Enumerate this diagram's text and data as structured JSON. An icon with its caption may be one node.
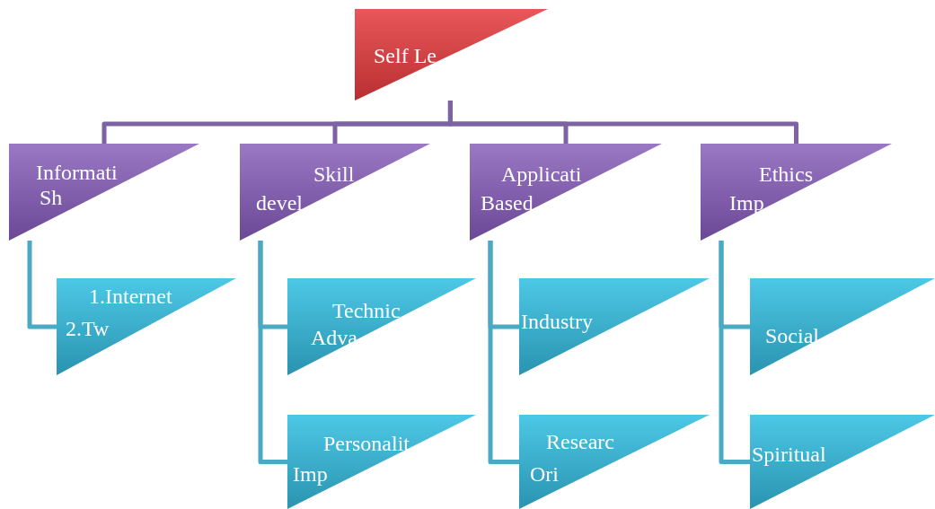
{
  "diagram": {
    "nodes": [
      {
        "text": [
          "Self Le"
        ]
      },
      {
        "text": [
          "Informati",
          "Sh"
        ]
      },
      {
        "text": [
          "Skill",
          "devel"
        ]
      },
      {
        "text": [
          "Applicati",
          "Based"
        ]
      },
      {
        "text": [
          "Ethics",
          "Imp"
        ]
      },
      {
        "text": [
          "1.Internet",
          "2.Tw"
        ]
      },
      {
        "text": [
          "Technic",
          "Adva"
        ]
      },
      {
        "text": [
          "Personalit",
          "Imp"
        ]
      },
      {
        "text": [
          "Industry"
        ]
      },
      {
        "text": [
          "Researc",
          "Ori"
        ]
      },
      {
        "text": [
          "Social"
        ]
      },
      {
        "text": [
          "Spiritual"
        ]
      }
    ],
    "edges": [
      {
        "from": 0,
        "to": 1,
        "arrow": "none"
      },
      {
        "from": 0,
        "to": 2,
        "arrow": "none"
      },
      {
        "from": 0,
        "to": 3,
        "arrow": "none"
      },
      {
        "from": 0,
        "to": 4,
        "arrow": "none"
      },
      {
        "from": 1,
        "to": 5,
        "arrow": "none"
      },
      {
        "from": 2,
        "to": 6,
        "arrow": "none"
      },
      {
        "from": 2,
        "to": 7,
        "arrow": "none"
      },
      {
        "from": 3,
        "to": 8,
        "arrow": "none"
      },
      {
        "from": 3,
        "to": 9,
        "arrow": "none"
      },
      {
        "from": 4,
        "to": 10,
        "arrow": "none"
      },
      {
        "from": 4,
        "to": 11,
        "arrow": "none"
      }
    ]
  }
}
